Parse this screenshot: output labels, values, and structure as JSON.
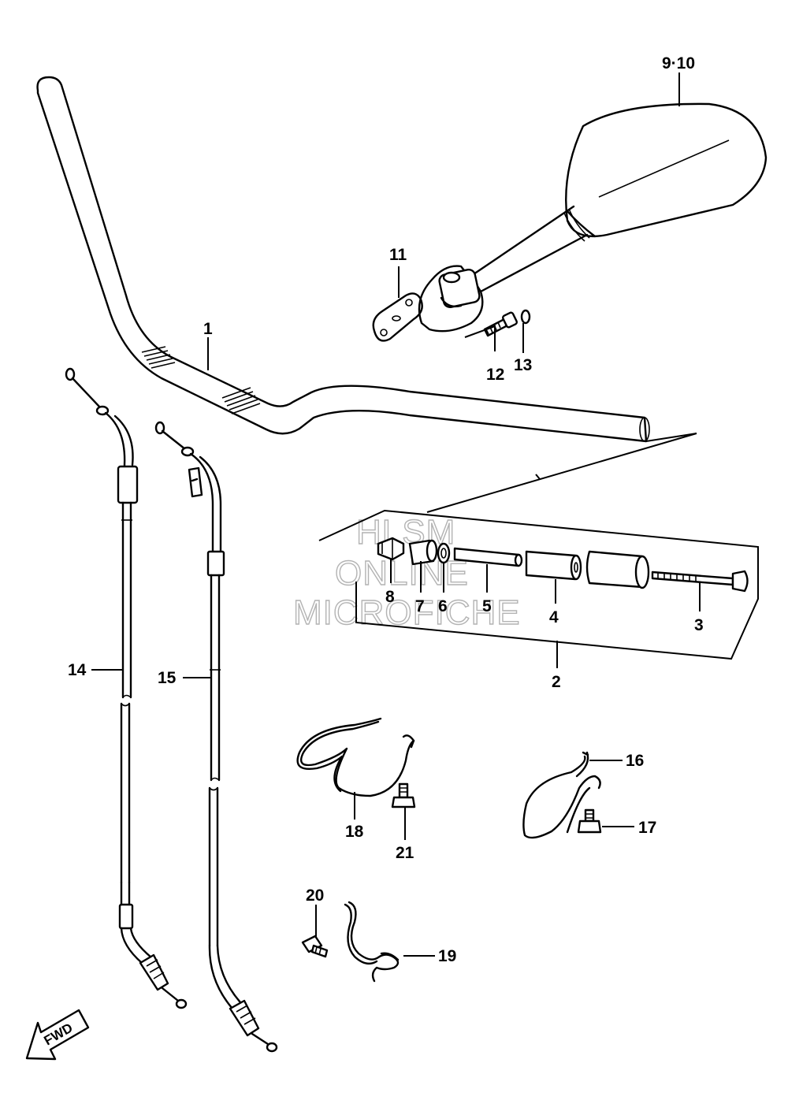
{
  "callouts": {
    "c1": "1",
    "c2": "2",
    "c3": "3",
    "c4": "4",
    "c5": "5",
    "c6": "6",
    "c7": "7",
    "c8": "8",
    "c9_10": "9·10",
    "c11": "11",
    "c12": "12",
    "c13": "13",
    "c14": "14",
    "c15": "15",
    "c16": "16",
    "c17": "17",
    "c18": "18",
    "c19": "19",
    "c20": "20",
    "c21": "21"
  },
  "watermark": {
    "line1": "HLSM",
    "line2": "ONLINE",
    "line3": "MICROFICHE"
  },
  "fwd_label": "FWD"
}
